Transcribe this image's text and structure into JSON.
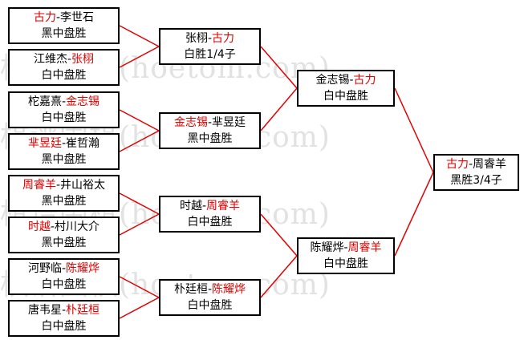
{
  "watermark": "棋谱围棋(hoetom.com)",
  "colors": {
    "winner": "#e00000",
    "line": "#e00000",
    "border": "#000000"
  },
  "round1": [
    {
      "p1": "古力",
      "p2": "李世石",
      "winner": 1,
      "result": "黑中盘胜"
    },
    {
      "p1": "江维杰",
      "p2": "张栩",
      "winner": 2,
      "result": "白中盘胜"
    },
    {
      "p1": "柁嘉熹",
      "p2": "金志锡",
      "winner": 2,
      "result": "白中盘胜"
    },
    {
      "p1": "芈昱廷",
      "p2": "崔哲瀚",
      "winner": 1,
      "result": "黑中盘胜"
    },
    {
      "p1": "周睿羊",
      "p2": "井山裕太",
      "winner": 1,
      "result": "黑中盘胜"
    },
    {
      "p1": "时越",
      "p2": "村川大介",
      "winner": 1,
      "result": "黑中盘胜"
    },
    {
      "p1": "河野临",
      "p2": "陈耀烨",
      "winner": 2,
      "result": "白中盘胜"
    },
    {
      "p1": "唐韦星",
      "p2": "朴廷桓",
      "winner": 2,
      "result": "白中盘胜"
    }
  ],
  "round2": [
    {
      "p1": "张栩",
      "p2": "古力",
      "winner": 2,
      "result": "白胜1/4子"
    },
    {
      "p1": "金志锡",
      "p2": "芈昱廷",
      "winner": 1,
      "result": "黑中盘胜"
    },
    {
      "p1": "时越",
      "p2": "周睿羊",
      "winner": 2,
      "result": "白中盘胜"
    },
    {
      "p1": "朴廷桓",
      "p2": "陈耀烨",
      "winner": 2,
      "result": "白中盘胜"
    }
  ],
  "round3": [
    {
      "p1": "金志锡",
      "p2": "古力",
      "winner": 2,
      "result": "白中盘胜"
    },
    {
      "p1": "陈耀烨",
      "p2": "周睿羊",
      "winner": 2,
      "result": "白中盘胜"
    }
  ],
  "final": [
    {
      "p1": "古力",
      "p2": "周睿羊",
      "winner": 1,
      "result": "黑胜3/4子"
    }
  ]
}
